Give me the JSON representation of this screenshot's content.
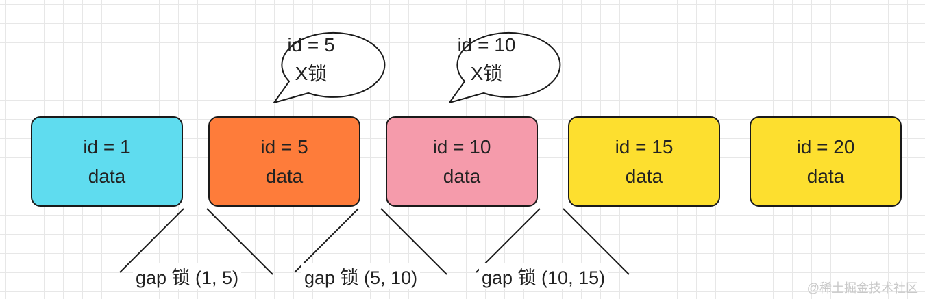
{
  "records": [
    {
      "id_text": "id = 1",
      "data_text": "data",
      "color": "#5fdcef"
    },
    {
      "id_text": "id = 5",
      "data_text": "data",
      "color": "#fe7c3a"
    },
    {
      "id_text": "id = 10",
      "data_text": "data",
      "color": "#f59bab"
    },
    {
      "id_text": "id = 15",
      "data_text": "data",
      "color": "#fddf2f"
    },
    {
      "id_text": "id = 20",
      "data_text": "data",
      "color": "#fddf2f"
    }
  ],
  "bubbles": [
    {
      "line1": "id = 5",
      "line2": "X锁"
    },
    {
      "line1": "id = 10",
      "line2": "X锁"
    }
  ],
  "gaps": [
    {
      "label": "gap 锁 (1, 5)"
    },
    {
      "label": "gap 锁 (5, 10)"
    },
    {
      "label": "gap 锁 (10, 15)"
    }
  ],
  "watermark": "@稀土掘金技术社区",
  "colors": {
    "grid": "#e7e7e7",
    "stroke": "#1a1a1a"
  }
}
